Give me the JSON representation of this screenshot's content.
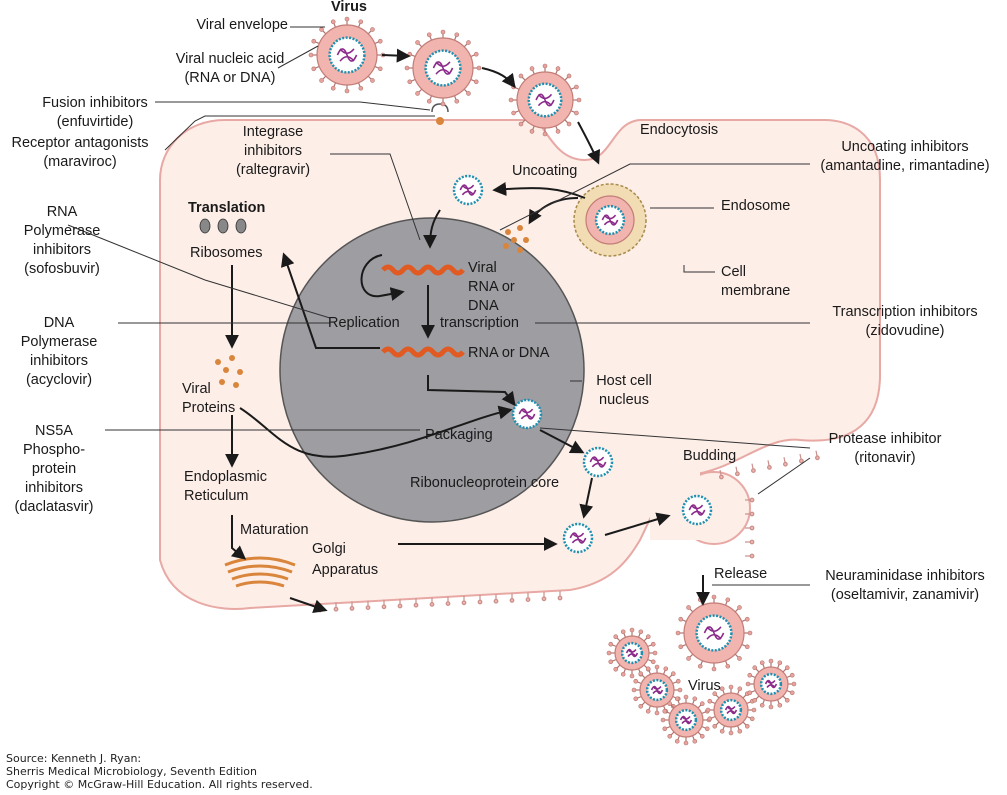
{
  "colors": {
    "cell_fill": "#fdeee8",
    "cell_stroke": "#e8a8a4",
    "nucleus_fill": "#9d9da2",
    "virus_fill": "#f2b4ae",
    "virus_core": "#8b2a8a",
    "capsid_ring": "#1f8fb0",
    "rna_strand": "#e05a22",
    "endosome_fill": "#f1dcb4"
  },
  "labels": {
    "virus_top": "Virus",
    "viral_envelope": "Viral envelope",
    "viral_nucleic_acid_1": "Viral nucleic acid",
    "viral_nucleic_acid_2": "(RNA or DNA)",
    "fusion_inhibitors_1": "Fusion inhibitors",
    "fusion_inhibitors_2": "(enfuvirtide)",
    "receptor_antagonists_1": "Receptor antagonists",
    "receptor_antagonists_2": "(maraviroc)",
    "integrase_1": "Integrase",
    "integrase_2": "inhibitors",
    "integrase_3": "(raltegravir)",
    "endocytosis": "Endocytosis",
    "uncoating_inhibitors_1": "Uncoating inhibitors",
    "uncoating_inhibitors_2": "(amantadine, rimantadine)",
    "uncoating": "Uncoating",
    "endosome": "Endosome",
    "rna_pol_1": "RNA",
    "rna_pol_2": "Polymerase",
    "rna_pol_3": "inhibitors",
    "rna_pol_4": "(sofosbuvir)",
    "translation": "Translation",
    "ribosomes": "Ribosomes",
    "viral_rna_1": "Viral",
    "viral_rna_2": "RNA or",
    "viral_rna_3": "DNA",
    "transcription": "transcription",
    "cell_membrane_1": "Cell",
    "cell_membrane_2": "membrane",
    "replication": "Replication",
    "transcription_inhibitors_1": "Transcription inhibitors",
    "transcription_inhibitors_2": "(zidovudine)",
    "dna_pol_1": "DNA",
    "dna_pol_2": "Polymerase",
    "dna_pol_3": "inhibitors",
    "dna_pol_4": "(acyclovir)",
    "rna_or_dna": "RNA or DNA",
    "viral_proteins_1": "Viral",
    "viral_proteins_2": "Proteins",
    "host_nucleus_1": "Host cell",
    "host_nucleus_2": "nucleus",
    "ns5a_1": "NS5A",
    "ns5a_2": "Phospho-",
    "ns5a_3": "protein",
    "ns5a_4": "inhibitors",
    "ns5a_5": "(daclatasvir)",
    "packaging": "Packaging",
    "protease_1": "Protease inhibitor",
    "protease_2": "(ritonavir)",
    "budding": "Budding",
    "er_1": "Endoplasmic",
    "er_2": "Reticulum",
    "rnp_core": "Ribonucleoprotein core",
    "maturation": "Maturation",
    "golgi_1": "Golgi",
    "golgi_2": "Apparatus",
    "release": "Release",
    "neuraminidase_1": "Neuraminidase inhibitors",
    "neuraminidase_2": "(oseltamivir, zanamivir)",
    "virus_bottom": "Virus"
  },
  "credit": {
    "line1": "Source: Kenneth J. Ryan:",
    "line2": "Sherris Medical Microbiology, Seventh Edition",
    "line3": "Copyright © McGraw-Hill Education. All rights reserved."
  }
}
